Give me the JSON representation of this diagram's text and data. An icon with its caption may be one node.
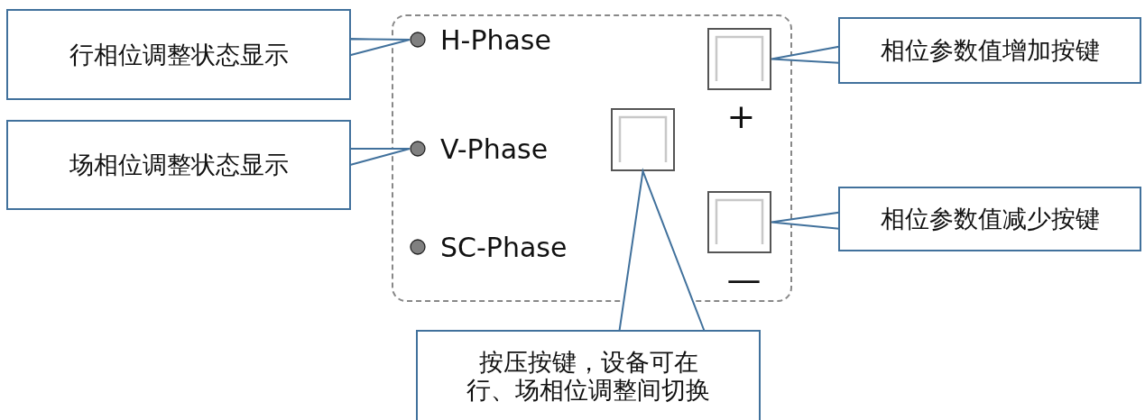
{
  "diagram": {
    "nodes": [
      {
        "text": [],
        "shape": "box"
      },
      {
        "text": [
          "行相位调整状态显示"
        ]
      },
      {
        "text": [
          "场相位调整状态显示"
        ]
      },
      {
        "text": [
          "H-Phase"
        ],
        "in": 0
      },
      {
        "text": [
          "V-Phase"
        ],
        "in": 0
      },
      {
        "text": [
          "SC-Phase"
        ],
        "in": 0
      },
      {
        "text": [],
        "shape": "box",
        "in": 0,
        "beside": [
          "+"
        ]
      },
      {
        "text": [],
        "shape": "box",
        "in": 0
      },
      {
        "text": [],
        "shape": "box",
        "in": 0,
        "beside": [
          "—"
        ]
      },
      {
        "text": [
          "相位参数值增加按键"
        ]
      },
      {
        "text": [
          "相位参数值减少按键"
        ]
      },
      {
        "text": [
          "按压按键，设备可在行、场相位调整间切换"
        ]
      }
    ],
    "edges": [
      {
        "from": 1,
        "to": 3,
        "arrow": "none"
      },
      {
        "from": 2,
        "to": 4,
        "arrow": "none"
      },
      {
        "from": 9,
        "to": 6,
        "arrow": "none"
      },
      {
        "from": 10,
        "to": 8,
        "arrow": "none"
      },
      {
        "from": 11,
        "to": 7,
        "arrow": "none"
      }
    ]
  }
}
